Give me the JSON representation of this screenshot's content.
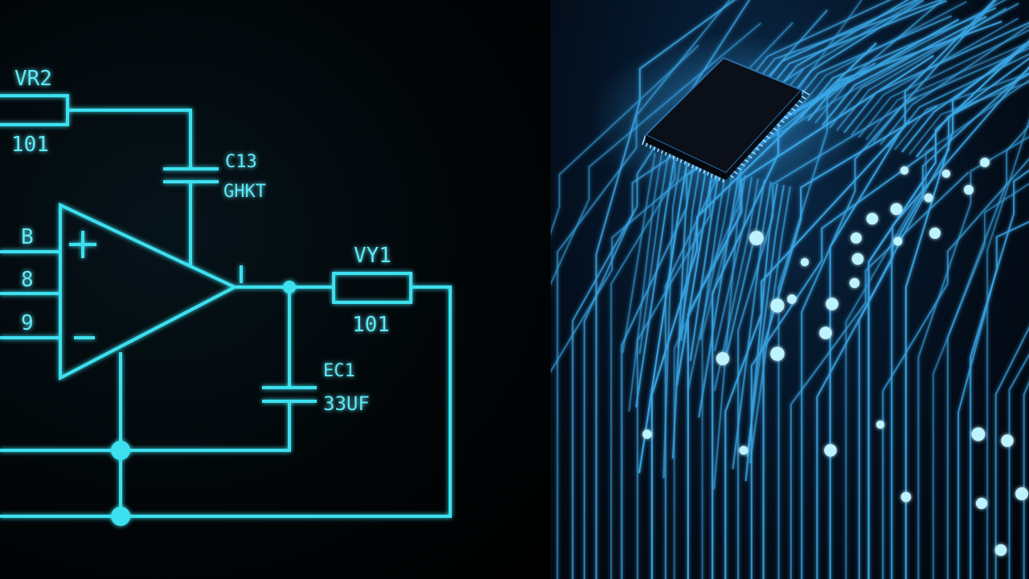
{
  "schematic": {
    "labels": {
      "resistor1_name": "VR2",
      "resistor1_value": "101",
      "capacitor1_name": "C13",
      "capacitor1_value": "GHKT",
      "input1": "B",
      "input2": "8",
      "input3": "9",
      "output_pin": "I",
      "resistor2_name": "VY1",
      "resistor2_value": "101",
      "capacitor2_name": "EC1",
      "capacitor2_value": "33UF"
    },
    "symbols": {
      "plus": "+",
      "minus": "–"
    },
    "colors": {
      "trace": "#3ee0ef",
      "glow": "#1fb8d0",
      "background": "#000000"
    }
  },
  "pcb": {
    "colors": {
      "trace": "#3aa8e8",
      "pad": "#bdf2ff",
      "chip": "#0a0f18",
      "board": "#061a30"
    }
  }
}
